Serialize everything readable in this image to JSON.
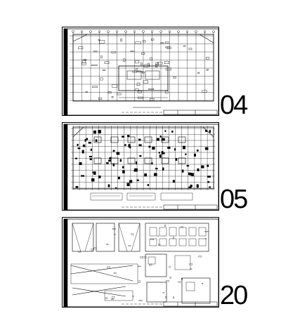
{
  "sheets": [
    {
      "number": "04"
    },
    {
      "number": "05"
    },
    {
      "number": "20"
    }
  ]
}
